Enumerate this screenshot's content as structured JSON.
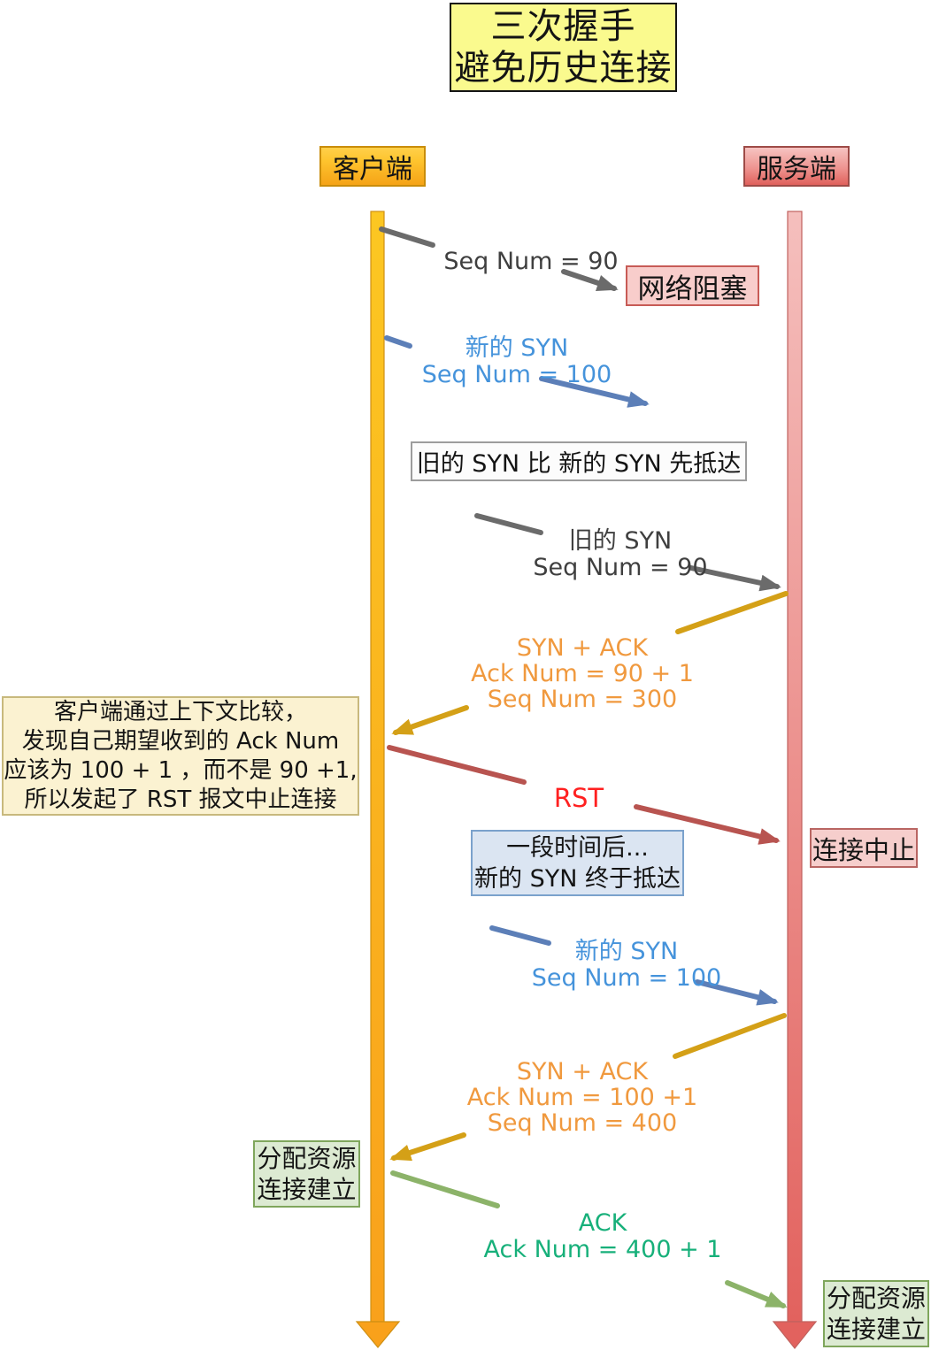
{
  "title": {
    "line1": "三次握手",
    "line2": "避免历史连接"
  },
  "actors": {
    "client": "客户端",
    "server": "服务端"
  },
  "boxes": {
    "network_blocked": "网络阻塞",
    "race_note": "旧的 SYN 比 新的 SYN 先抵达",
    "client_note": {
      "line1": "客户端通过上下文比较，",
      "line2": "发现自己期望收到的 Ack Num",
      "line3": "应该为 100 + 1 ，而不是 90 +1,",
      "line4": "所以发起了 RST 报文中止连接"
    },
    "abort": "连接中止",
    "delay": {
      "line1": "一段时间后...",
      "line2": "新的 SYN 终于抵达"
    },
    "client_established": {
      "line1": "分配资源",
      "line2": "连接建立"
    },
    "server_established": {
      "line1": "分配资源",
      "line2": "连接建立"
    }
  },
  "messages": {
    "old_syn_send": {
      "line1": "Seq Num = 90"
    },
    "new_syn_send": {
      "line1": "新的 SYN",
      "line2": "Seq Num = 100"
    },
    "old_syn_arrive": {
      "line1": "旧的 SYN",
      "line2": "Seq Num = 90"
    },
    "syn_ack_old": {
      "line1": "SYN + ACK",
      "line2": "Ack Num =  90 + 1",
      "line3": "Seq Num = 300"
    },
    "rst": {
      "line1": "RST"
    },
    "new_syn_arrive": {
      "line1": "新的 SYN",
      "line2": "Seq Num = 100"
    },
    "syn_ack_new": {
      "line1": "SYN + ACK",
      "line2": "Ack Num =  100 +1",
      "line3": "Seq Num = 400"
    },
    "ack": {
      "line1": "ACK",
      "line2": "Ack Num = 400 + 1"
    }
  },
  "colors": {
    "title_bg": "#fafa8e",
    "client_bar": "#f9a81b",
    "client_bar_top": "#fcc722",
    "server_bar": "#e2625e",
    "server_bar_top": "#f5bfbd",
    "gray_line": "#6b6b6b",
    "blue_line": "#5c7fb8",
    "blue_text": "#4593db",
    "gold_line": "#d4a017",
    "orange_text": "#f0993e",
    "red_line": "#b85450",
    "red_text": "#ff2020",
    "green_line": "#8cb369",
    "green_text": "#17b07a",
    "blocked_bg": "#f8cdcb",
    "note_bg": "#fbf2d1",
    "delay_bg": "#dbe5f2",
    "established_bg": "#dcead2"
  }
}
